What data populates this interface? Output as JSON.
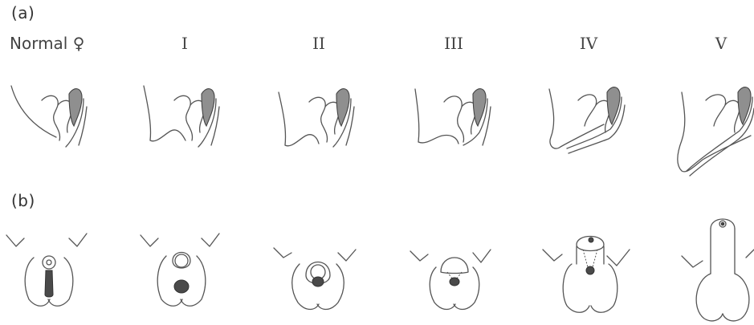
{
  "panels": {
    "a": {
      "label": "(a)"
    },
    "b": {
      "label": "(b)"
    }
  },
  "stages": [
    {
      "label": "Normal ♀"
    },
    {
      "label": "I"
    },
    {
      "label": "II"
    },
    {
      "label": "III"
    },
    {
      "label": "IV"
    },
    {
      "label": "V"
    }
  ],
  "colors": {
    "line": "#555555",
    "shading": "#8f8f8f",
    "dark_fill": "#4a4a4a"
  }
}
